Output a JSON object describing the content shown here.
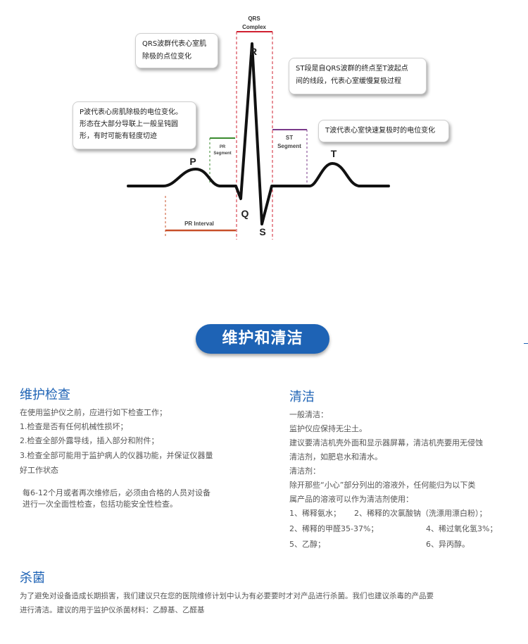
{
  "diagram": {
    "qrs_title_1": "QRS",
    "qrs_title_2": "Complex",
    "wave_p": "P",
    "wave_q": "Q",
    "wave_r": "R",
    "wave_s": "S",
    "wave_t": "T",
    "pr_segment_1": "PR",
    "pr_segment_2": "Segment",
    "st_segment_1": "ST",
    "st_segment_2": "Segment",
    "pr_interval": "PR Interval",
    "callout_qrs": [
      "QRS波群代表心室肌",
      "除极的点位变化"
    ],
    "callout_st": [
      "ST段是自QRS波群的终点至T波起点",
      "间的线段，代表心室缓慢复极过程"
    ],
    "callout_p": [
      "P波代表心房肌除极的电位变化。",
      "形态在大部分导联上一般呈钝圆",
      "形，有时可能有轻度切迹"
    ],
    "callout_t": [
      "T波代表心室快速复极时的电位变化"
    ],
    "colors": {
      "pr_interval": "#c8502a",
      "pr_segment": "#3a8a2e",
      "qrs_complex": "#d02030",
      "st_segment": "#7a3a8a",
      "trace": "#111111"
    }
  },
  "section_banner": "维护和清洁",
  "maintenance": {
    "heading": "维护检查",
    "intro": "在使用监护仪之前，应进行如下检查工作；",
    "items": [
      "1.检查是否有任何机械性损坏；",
      "2.检查全部外露导线，插入部分和附件；",
      "3.检查全部可能用于监护病人的仪器功能，并保证仪器量"
    ],
    "item3_cont": "好工作状态",
    "note_1": "每6-12个月或者再次维修后，必须由合格的人员对设备",
    "note_2": "进行一次全面性检查，包括功能安全性检查。"
  },
  "cleaning": {
    "heading": "清洁",
    "lines": [
      "一般清洁：",
      "监护仪应保持无尘土。",
      "建议要清洁机壳外面和显示器屏幕，清洁机壳要用无侵蚀",
      "清洁剂，如肥皂水和清水。",
      "清洁剂：",
      "除开那些“小心”部分列出的溶液外，任何能归为以下类",
      "属产品的溶液可以作为清洁剂使用："
    ],
    "agents": [
      [
        "1、稀释氨水；",
        "2、稀释的次氯酸钠（洗漂用漂白粉）；"
      ],
      [
        "2、稀释的甲醛35-37%；",
        "4、稀过氧化氢3%；"
      ],
      [
        "5、乙醇；",
        "6、异丙醇。"
      ]
    ]
  },
  "sterilize": {
    "heading": "杀菌",
    "line_1": "为了避免对设备造成长期损害，我们建议只在您的医院维修计划中认为有必要要时才对产品进行杀菌。我们也建议杀毒的产品要",
    "line_2": "进行清洁。建议的用于监护仪杀菌材料：乙醇基、乙醛基"
  }
}
